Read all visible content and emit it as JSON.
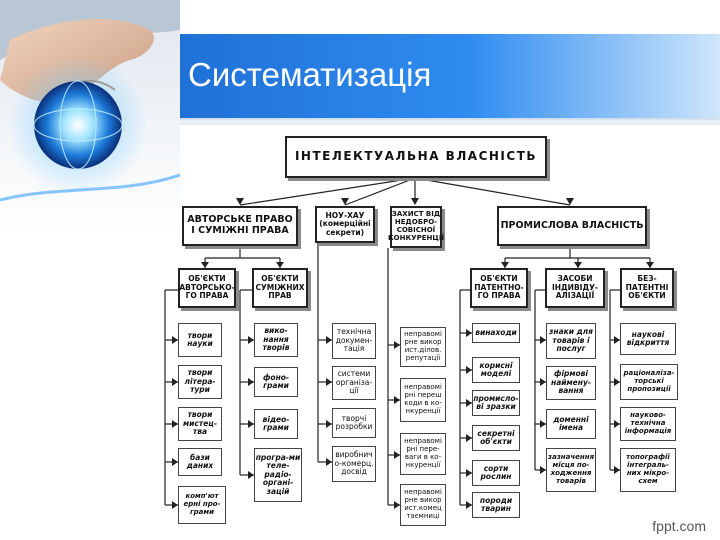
{
  "slide": {
    "title": "Систематизація",
    "footer": "fppt.com"
  },
  "diagram": {
    "root": "ІНТЕЛЕКТУАЛЬНА  ВЛАСНІСТЬ",
    "branches": {
      "copyright": "АВТОРСЬКЕ ПРАВО І СУМІЖНІ  ПРАВА",
      "knowhow": "НОУ-ХАУ (комерційні секрети)",
      "unfair": "ЗАХИСТ ВІД НЕДОБРО-СОВІСНОЇ КОНКУРЕНЦІЇ",
      "industrial": "ПРОМИСЛОВА ВЛАСНІСТЬ"
    },
    "subgroups": {
      "copyright_objects": "ОБ'ЄКТИ АВТОРСЬКО-ГО ПРАВА",
      "related_objects": "ОБ'ЄКТИ СУМІЖНИХ ПРАВ",
      "patent_objects": "ОБ'ЄКТИ ПАТЕНТНО-ГО ПРАВА",
      "identification": "ЗАСОБИ ІНДИВІДУ-АЛІЗАЦІЇ",
      "nonpatent": "БЕЗ-ПАТЕНТНІ ОБ'ЄКТИ"
    },
    "leaves": {
      "copyright_objects": [
        "твори науки",
        "твори літера-тури",
        "твори мистец-тва",
        "бази даних",
        "комп'ют ерні про-грами"
      ],
      "related_objects": [
        "вико-нання творів",
        "фоно-грами",
        "відео-грами",
        "програ-ми теле-радіо-органі-зацій"
      ],
      "knowhow": [
        "технічна докумен-тація",
        "системи організа-ції",
        "творчі розробки",
        "виробнич о-комерц. досвід"
      ],
      "unfair": [
        "неправомі рне викор ист.ділов. репутації",
        "неправомі рні переш коди  в ко-нкуренції",
        "неправомі рні пере-ваги  в ко-нкуренції",
        "неправомі рне викор ист.комец таємниці"
      ],
      "patent_objects": [
        "винаходи",
        "корисні моделі",
        "промисло-ві зразки",
        "секретні об'єкти",
        "сорти рослин",
        "породи тварин"
      ],
      "identification": [
        "знаки для товарів і послуг",
        "фірмові наймену-вання",
        "доменні імена",
        "зазначення місця по-ходження товарів"
      ],
      "nonpatent": [
        "наукові відкриття",
        "раціоналіза-торські пропозиції",
        "науково-технічна інформація",
        "топографії інтеграль-них мікро-схем"
      ]
    }
  },
  "colors": {
    "banner_start": "#1f6fd6",
    "banner_end": "#cfe6fb",
    "line": "#222222",
    "shadow": "#8a8a8a"
  }
}
